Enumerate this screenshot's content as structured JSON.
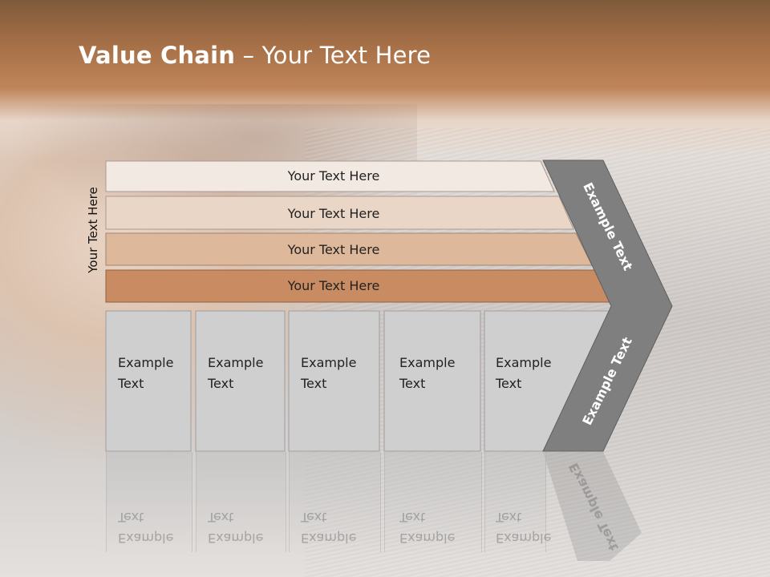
{
  "title": {
    "bold": "Value Chain",
    "rest": " – Your Text Here"
  },
  "side_label": "Your Text Here",
  "rows": [
    {
      "label": "Your Text Here",
      "color": "#f3e9e3"
    },
    {
      "label": "Your Text Here",
      "color": "#ead6c6"
    },
    {
      "label": "Your Text Here",
      "color": "#deb89b"
    },
    {
      "label": "Your Text Here",
      "color": "#c98c62"
    }
  ],
  "cards": [
    {
      "label": "Example\nText"
    },
    {
      "label": "Example\nText"
    },
    {
      "label": "Example\nText"
    },
    {
      "label": "Example\nText"
    },
    {
      "label": "Example\nText"
    }
  ],
  "arrow": {
    "top_label": "Example Text",
    "bottom_label": "Example Text",
    "color": "#7f7f7f"
  },
  "colors": {
    "card_fill": "#cfcfcf",
    "card_border": "#9e9e9e"
  }
}
